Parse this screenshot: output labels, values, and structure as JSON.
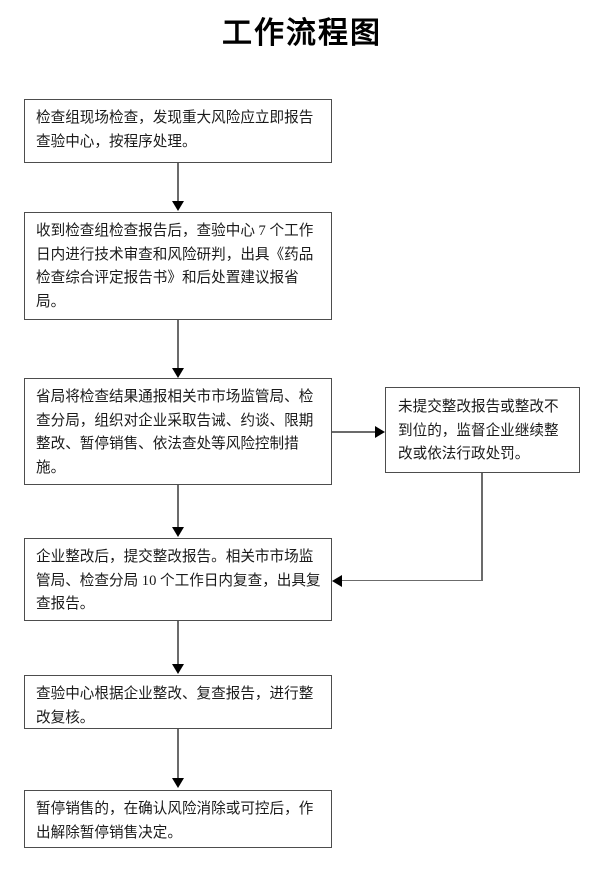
{
  "document": {
    "title": "工作流程图"
  },
  "flowchart": {
    "nodes": [
      {
        "id": "node-1",
        "name": "onsite-inspection-node",
        "text": "检查组现场检查，发现重大风险应立即报告查验中心，按程序处理。"
      },
      {
        "id": "node-2",
        "name": "technical-review-node",
        "text": "收到检查组检查报告后，查验中心 7 个工作日内进行技术审查和风险研判，出具《药品检查综合评定报告书》和后处置建议报省局。"
      },
      {
        "id": "node-3",
        "name": "risk-control-measures-node",
        "text": "省局将检查结果通报相关市市场监管局、检查分局，组织对企业采取告诫、约谈、限期整改、暂停销售、依法查处等风险控制措施。"
      },
      {
        "id": "node-4",
        "name": "enterprise-rectification-node",
        "text": "企业整改后，提交整改报告。相关市市场监管局、检查分局 10 个工作日内复查，出具复查报告。"
      },
      {
        "id": "node-5",
        "name": "rectification-verification-node",
        "text": "查验中心根据企业整改、复查报告，进行整改复核。"
      },
      {
        "id": "node-6",
        "name": "lift-sales-suspension-node",
        "text": "暂停销售的，在确认风险消除或可控后，作出解除暂停销售决定。"
      },
      {
        "id": "node-7",
        "name": "non-compliance-penalty-node",
        "text": "未提交整改报告或整改不到位的，监督企业继续整改或依法行政处罚。"
      }
    ],
    "edges": [
      {
        "name": "edge-node1-node2",
        "from": "node-1",
        "to": "node-2",
        "direction": "down"
      },
      {
        "name": "edge-node2-node3",
        "from": "node-2",
        "to": "node-3",
        "direction": "down"
      },
      {
        "name": "edge-node3-node4",
        "from": "node-3",
        "to": "node-4",
        "direction": "down"
      },
      {
        "name": "edge-node3-node7",
        "from": "node-3",
        "to": "node-7",
        "direction": "right"
      },
      {
        "name": "edge-node7-node4",
        "from": "node-7",
        "to": "node-4",
        "direction": "left"
      },
      {
        "name": "edge-node4-node5",
        "from": "node-4",
        "to": "node-5",
        "direction": "down"
      },
      {
        "name": "edge-node5-node6",
        "from": "node-5",
        "to": "node-6",
        "direction": "down"
      }
    ]
  },
  "style": {
    "node_border_color": "#4d4d4d",
    "connector_color": "#6b6b6b",
    "arrowhead_color": "#000000",
    "text_color": "#1a1a1a",
    "background_color": "#ffffff"
  }
}
